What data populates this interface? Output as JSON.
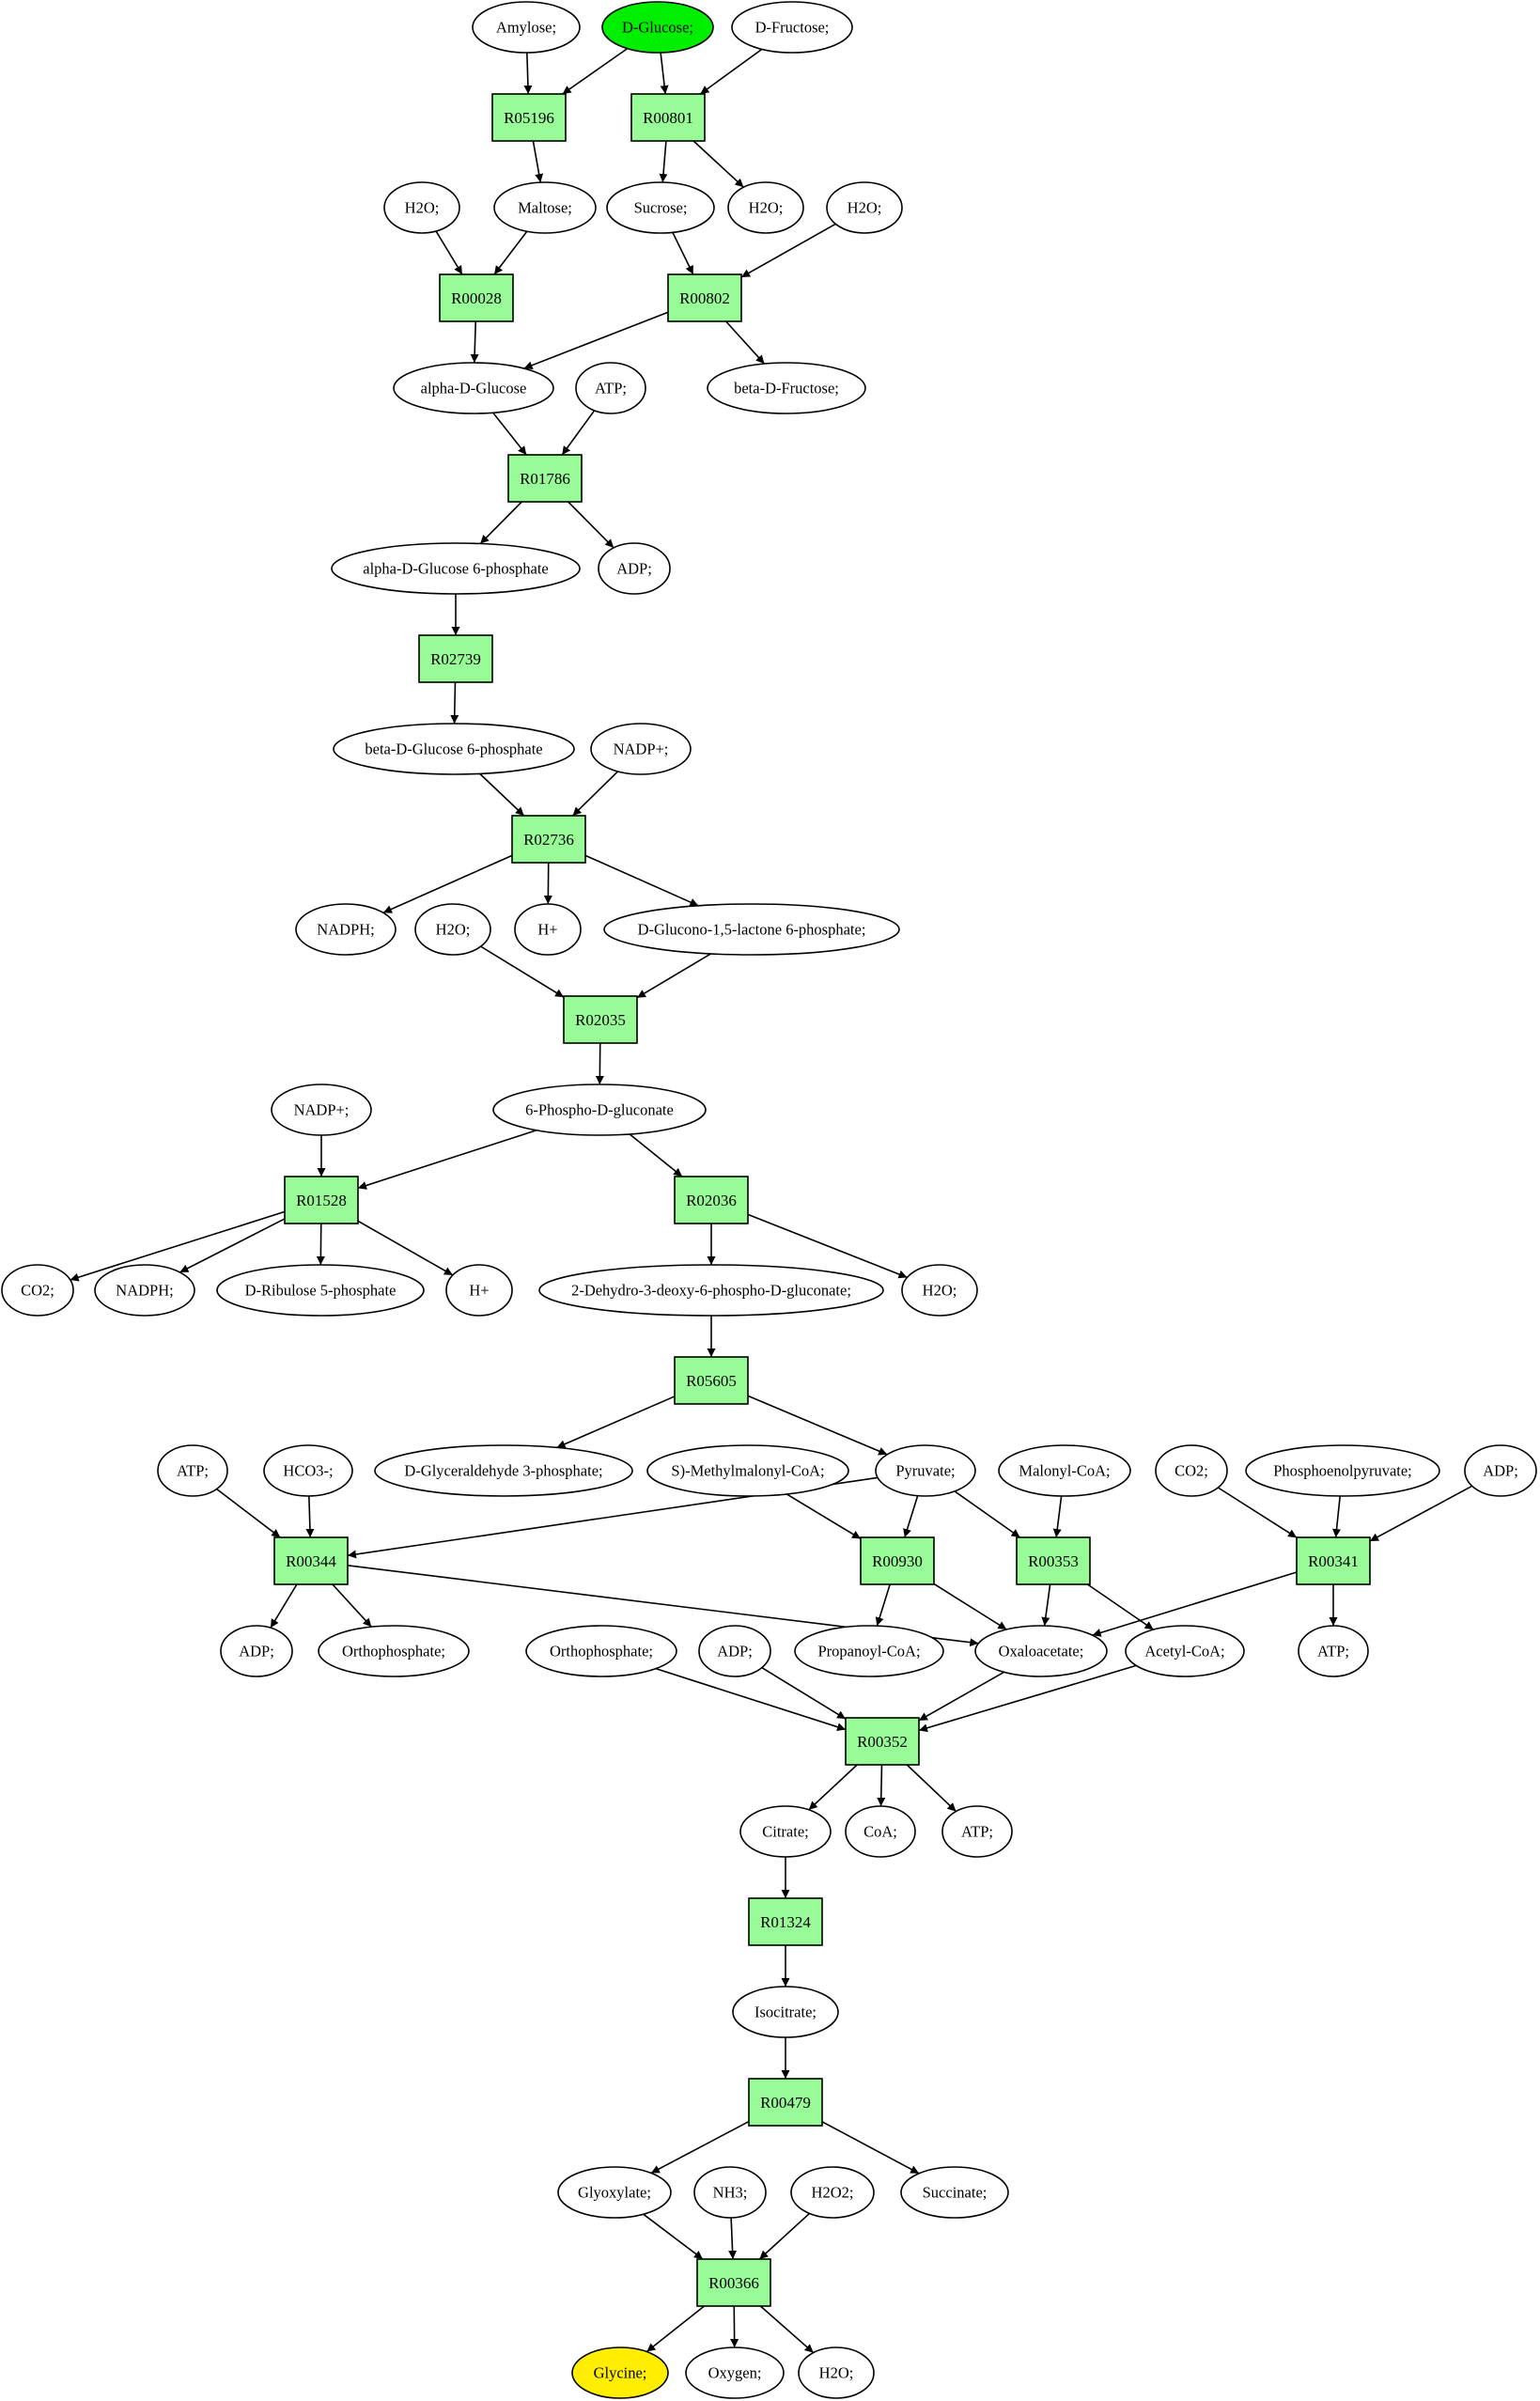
{
  "compounds": {
    "amylose": "Amylose;",
    "d_glucose": "D-Glucose;",
    "d_fructose": "D-Fructose;",
    "h2o_a": "H2O;",
    "maltose": "Maltose;",
    "sucrose": "Sucrose;",
    "h2o_b": "H2O;",
    "h2o_c": "H2O;",
    "alpha_d_glucose": "alpha-D-Glucose",
    "atp_a": "ATP;",
    "beta_d_fructose": "beta-D-Fructose;",
    "alpha_g6p": "alpha-D-Glucose 6-phosphate",
    "adp_a": "ADP;",
    "beta_g6p": "beta-D-Glucose 6-phosphate",
    "nadp_a": "NADP+;",
    "nadph_a": "NADPH;",
    "h2o_d": "H2O;",
    "h_plus_a": "H+",
    "glucono_lactone": "D-Glucono-1,5-lactone 6-phosphate;",
    "nadp_b": "NADP+;",
    "phospho_gluconate": "6-Phospho-D-gluconate",
    "co2_a": "CO2;",
    "nadph_b": "NADPH;",
    "ribulose_5p": "D-Ribulose 5-phosphate",
    "h_plus_b": "H+",
    "kdpg": "2-Dehydro-3-deoxy-6-phospho-D-gluconate;",
    "h2o_e": "H2O;",
    "atp_b": "ATP;",
    "hco3": "HCO3-;",
    "gap": "D-Glyceraldehyde 3-phosphate;",
    "methylmalonyl_coa": "S)-Methylmalonyl-CoA;",
    "pyruvate": "Pyruvate;",
    "malonyl_coa": "Malonyl-CoA;",
    "co2_b": "CO2;",
    "pep": "Phosphoenolpyruvate;",
    "adp_b": "ADP;",
    "adp_c": "ADP;",
    "orthophosphate_a": "Orthophosphate;",
    "propanoyl_coa": "Propanoyl-CoA;",
    "oxaloacetate": "Oxaloacetate;",
    "acetyl_coa": "Acetyl-CoA;",
    "atp_c": "ATP;",
    "orthophosphate_b": "Orthophosphate;",
    "adp_d": "ADP;",
    "citrate": "Citrate;",
    "coa": "CoA;",
    "atp_d": "ATP;",
    "isocitrate": "Isocitrate;",
    "glyoxylate": "Glyoxylate;",
    "nh3": "NH3;",
    "h2o2": "H2O2;",
    "succinate": "Succinate;",
    "glycine": "Glycine;",
    "oxygen": "Oxygen;",
    "h2o_f": "H2O;"
  },
  "reactions": {
    "r05196": "R05196",
    "r00801": "R00801",
    "r00028": "R00028",
    "r00802": "R00802",
    "r01786": "R01786",
    "r02739": "R02739",
    "r02736": "R02736",
    "r02035": "R02035",
    "r01528": "R01528",
    "r02036": "R02036",
    "r05605": "R05605",
    "r00344": "R00344",
    "r00930": "R00930",
    "r00353": "R00353",
    "r00341": "R00341",
    "r00352": "R00352",
    "r01324": "R01324",
    "r00479": "R00479",
    "r00366": "R00366"
  },
  "edges": [
    [
      "amylose",
      "r05196"
    ],
    [
      "d_glucose",
      "r05196"
    ],
    [
      "r05196",
      "maltose"
    ],
    [
      "d_glucose",
      "r00801"
    ],
    [
      "d_fructose",
      "r00801"
    ],
    [
      "r00801",
      "sucrose"
    ],
    [
      "r00801",
      "h2o_b"
    ],
    [
      "h2o_a",
      "r00028"
    ],
    [
      "maltose",
      "r00028"
    ],
    [
      "r00028",
      "alpha_d_glucose"
    ],
    [
      "sucrose",
      "r00802"
    ],
    [
      "h2o_c",
      "r00802"
    ],
    [
      "r00802",
      "alpha_d_glucose"
    ],
    [
      "r00802",
      "beta_d_fructose"
    ],
    [
      "alpha_d_glucose",
      "r01786"
    ],
    [
      "atp_a",
      "r01786"
    ],
    [
      "r01786",
      "alpha_g6p"
    ],
    [
      "r01786",
      "adp_a"
    ],
    [
      "alpha_g6p",
      "r02739"
    ],
    [
      "r02739",
      "beta_g6p"
    ],
    [
      "beta_g6p",
      "r02736"
    ],
    [
      "nadp_a",
      "r02736"
    ],
    [
      "r02736",
      "nadph_a"
    ],
    [
      "r02736",
      "h_plus_a"
    ],
    [
      "r02736",
      "glucono_lactone"
    ],
    [
      "h2o_d",
      "r02035"
    ],
    [
      "glucono_lactone",
      "r02035"
    ],
    [
      "r02035",
      "phospho_gluconate"
    ],
    [
      "nadp_b",
      "r01528"
    ],
    [
      "phospho_gluconate",
      "r01528"
    ],
    [
      "r01528",
      "co2_a"
    ],
    [
      "r01528",
      "nadph_b"
    ],
    [
      "r01528",
      "ribulose_5p"
    ],
    [
      "r01528",
      "h_plus_b"
    ],
    [
      "phospho_gluconate",
      "r02036"
    ],
    [
      "r02036",
      "kdpg"
    ],
    [
      "r02036",
      "h2o_e"
    ],
    [
      "kdpg",
      "r05605"
    ],
    [
      "r05605",
      "gap"
    ],
    [
      "r05605",
      "pyruvate"
    ],
    [
      "atp_b",
      "r00344"
    ],
    [
      "hco3",
      "r00344"
    ],
    [
      "pyruvate",
      "r00344"
    ],
    [
      "r00344",
      "adp_c"
    ],
    [
      "r00344",
      "orthophosphate_a"
    ],
    [
      "r00344",
      "oxaloacetate"
    ],
    [
      "methylmalonyl_coa",
      "r00930"
    ],
    [
      "pyruvate",
      "r00930"
    ],
    [
      "r00930",
      "propanoyl_coa"
    ],
    [
      "r00930",
      "oxaloacetate"
    ],
    [
      "pyruvate",
      "r00353"
    ],
    [
      "malonyl_coa",
      "r00353"
    ],
    [
      "r00353",
      "oxaloacetate"
    ],
    [
      "r00353",
      "acetyl_coa"
    ],
    [
      "co2_b",
      "r00341"
    ],
    [
      "pep",
      "r00341"
    ],
    [
      "adp_b",
      "r00341"
    ],
    [
      "r00341",
      "oxaloacetate"
    ],
    [
      "r00341",
      "atp_c"
    ],
    [
      "orthophosphate_b",
      "r00352"
    ],
    [
      "adp_d",
      "r00352"
    ],
    [
      "oxaloacetate",
      "r00352"
    ],
    [
      "acetyl_coa",
      "r00352"
    ],
    [
      "r00352",
      "citrate"
    ],
    [
      "r00352",
      "coa"
    ],
    [
      "r00352",
      "atp_d"
    ],
    [
      "citrate",
      "r01324"
    ],
    [
      "r01324",
      "isocitrate"
    ],
    [
      "isocitrate",
      "r00479"
    ],
    [
      "r00479",
      "glyoxylate"
    ],
    [
      "r00479",
      "succinate"
    ],
    [
      "glyoxylate",
      "r00366"
    ],
    [
      "nh3",
      "r00366"
    ],
    [
      "h2o2",
      "r00366"
    ],
    [
      "r00366",
      "glycine"
    ],
    [
      "r00366",
      "oxygen"
    ],
    [
      "r00366",
      "h2o_f"
    ]
  ],
  "colors": {
    "reaction_fill": "#98fb98",
    "start_compound_fill": "#00ee00",
    "target_compound_fill": "#ffee00",
    "compound_fill": "#ffffff"
  }
}
